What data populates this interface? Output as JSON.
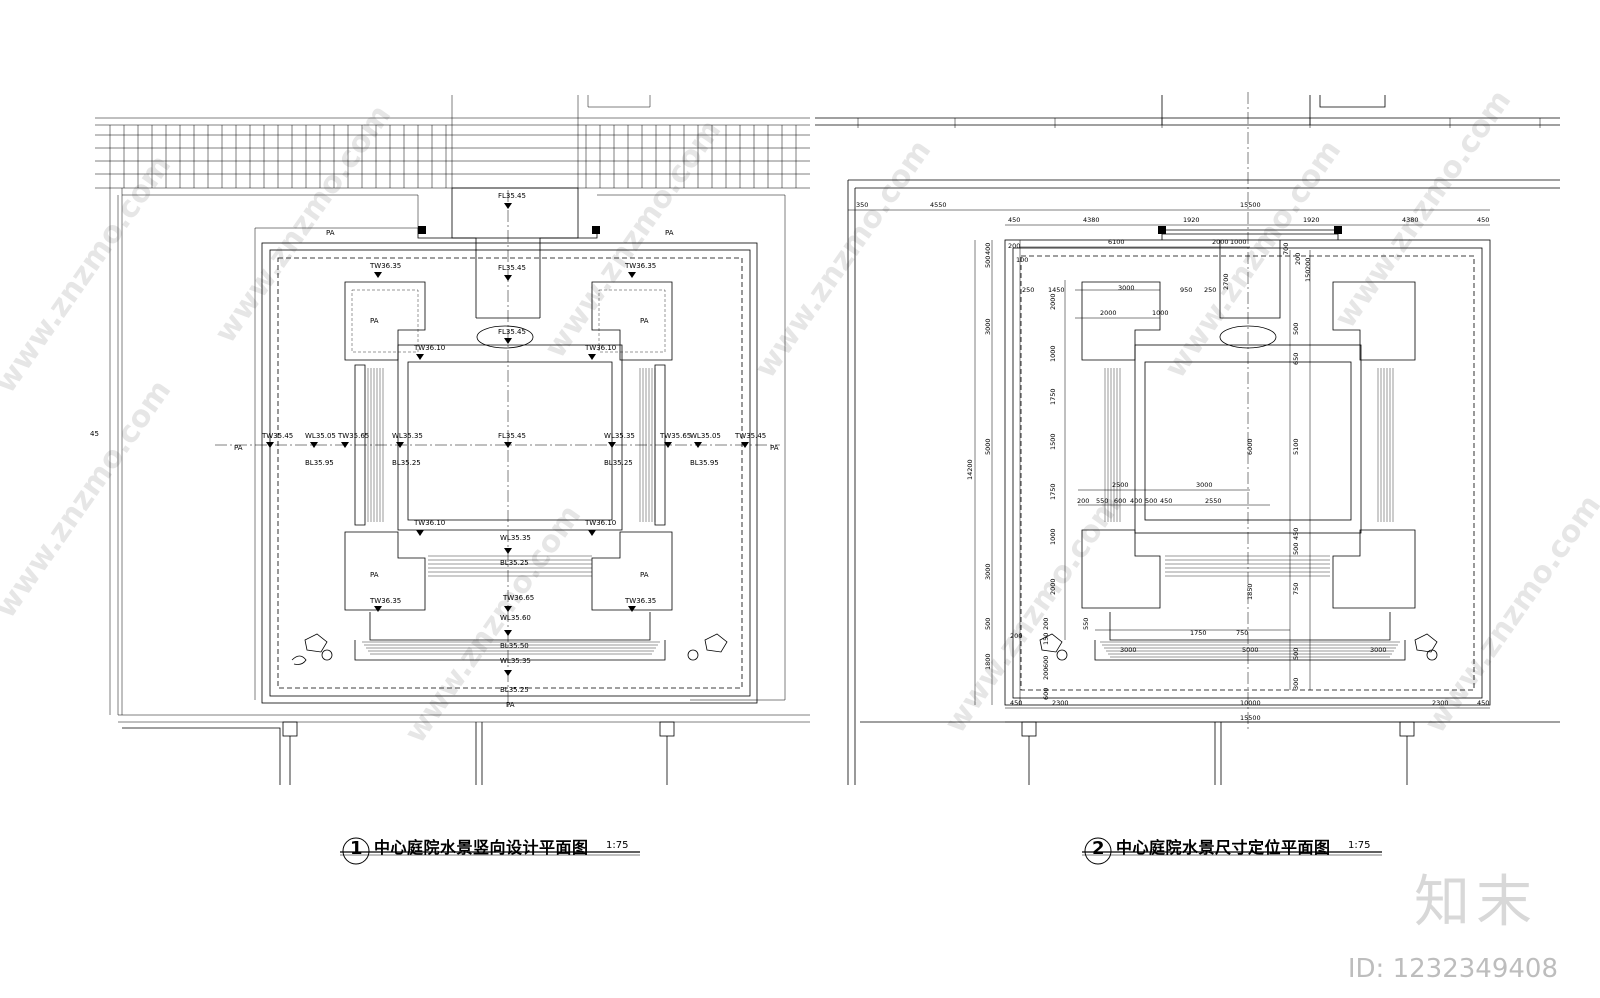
{
  "left_plan": {
    "title": "中心庭院水景竖向设计平面图",
    "number": "1",
    "scale": "1:75",
    "labels": {
      "pa": "PA",
      "fl_top": "FL35.45",
      "fl_mid": "FL35.45",
      "fl_rock": "FL35.45",
      "fl_center": "FL35.45",
      "tw_tl": "TW36.35",
      "tw_tr": "TW36.35",
      "tw_bl": "TW36.35",
      "tw_br": "TW36.35",
      "tw_left": "TW35.45",
      "tw_right": "TW35.45",
      "tw_in_tl": "TW36.10",
      "tw_in_tr": "TW36.10",
      "tw_in_bl": "TW36.10",
      "tw_in_br": "TW36.10",
      "tw_65_l": "TW35.65",
      "tw_65_r": "TW35.65",
      "tw_bottom": "TW36.65",
      "wl_l1": "WL35.05",
      "bl_l1": "BL35.95",
      "wl_l2": "WL35.35",
      "bl_l2": "BL35.25",
      "wl_r2": "WL35.35",
      "bl_r2": "BL35.25",
      "wl_r1": "WL35.05",
      "bl_r1": "BL35.95",
      "wl_c": "WL35.35",
      "bl_c": "BL35.25",
      "wl_b1": "WL35.60",
      "bl_b1": "BL35.50",
      "wl_b2": "WL35.35",
      "bl_b2": "BL35.25",
      "edge_mark": "45"
    }
  },
  "right_plan": {
    "title": "中心庭院水景尺寸定位平面图",
    "number": "2",
    "scale": "1:75",
    "dims_top": [
      "350",
      "4550",
      "15500",
      "450",
      "4380",
      "1920",
      "1920",
      "4380",
      "450"
    ],
    "dims_top2": [
      "6100",
      "2000",
      "1000",
      "200",
      "100",
      "700",
      "200",
      "250",
      "1450",
      "3000",
      "950",
      "250",
      "2000",
      "1000",
      "1000"
    ],
    "dims_left": [
      "500",
      "400",
      "3000",
      "5000",
      "3000",
      "500",
      "1800",
      "14200"
    ],
    "dims_inner_v": [
      "2000",
      "1000",
      "1750",
      "1500",
      "1750",
      "1000",
      "2000",
      "2700",
      "6000",
      "5100",
      "500",
      "450",
      "650",
      "1850",
      "500",
      "750",
      "500",
      "200",
      "150"
    ],
    "dims_mid": [
      "2500",
      "3000",
      "200",
      "550",
      "600",
      "400",
      "500",
      "450",
      "2550"
    ],
    "dims_bottom_inner": [
      "1750",
      "750",
      "3000",
      "5000",
      "3000",
      "550",
      "200"
    ],
    "dims_bottom": [
      "450",
      "2300",
      "10000",
      "2300",
      "450",
      "15500"
    ],
    "dims_small": [
      "200",
      "150",
      "600",
      "200",
      "600",
      "300"
    ]
  },
  "watermark": {
    "url": "www.znzmo.com",
    "logo": "知末",
    "id": "ID: 1232349408"
  }
}
